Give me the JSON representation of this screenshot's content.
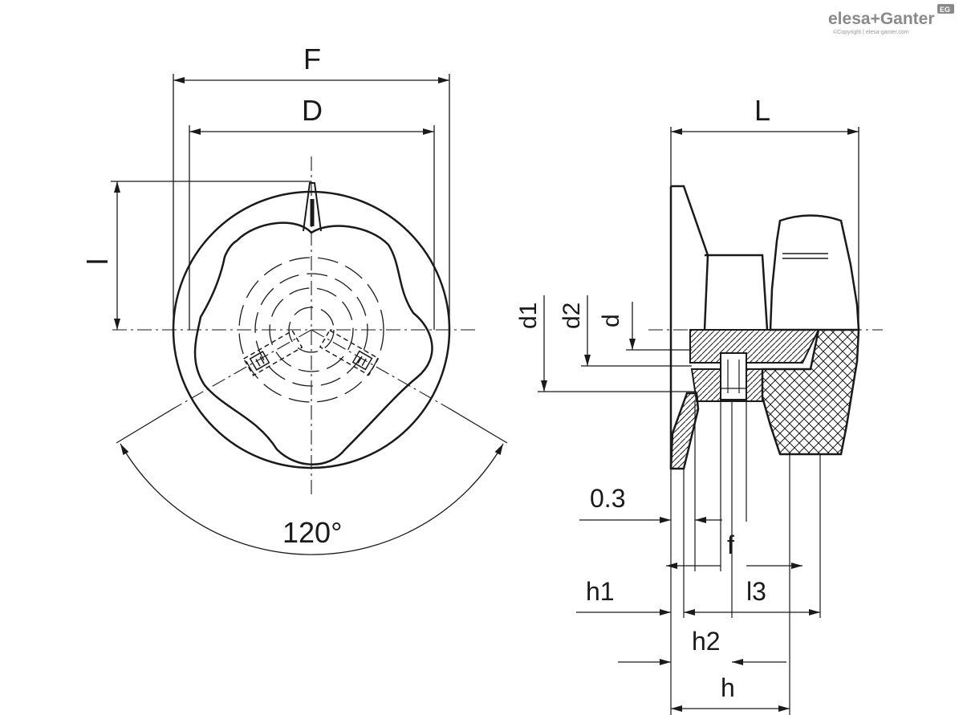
{
  "brand": {
    "logo_text": "elesa+Ganter",
    "badge": "EG",
    "copyright": "©Copyright | elesa-ganter.com"
  },
  "front_view": {
    "labels": {
      "F": "F",
      "D": "D",
      "l": "l",
      "angle": "120°"
    }
  },
  "side_view": {
    "labels": {
      "L": "L",
      "d1": "d1",
      "d2": "d2",
      "d": "d",
      "gap": "0.3",
      "f": "f",
      "l3": "l3",
      "h1": "h1",
      "h2": "h2",
      "h": "h"
    }
  },
  "colors": {
    "line": "#1a1a1a",
    "hatch": "#1a1a1a",
    "logo": "#8a8a8a"
  }
}
